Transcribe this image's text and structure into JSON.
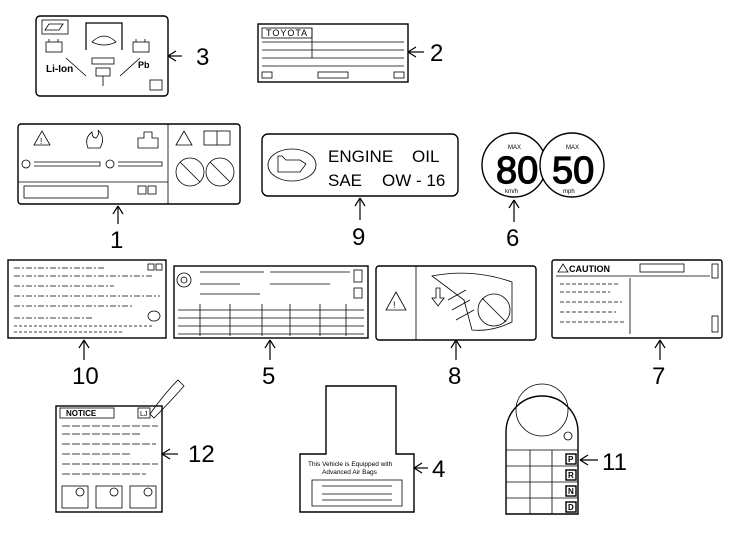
{
  "parts": [
    {
      "id": "part-1",
      "callout": "1"
    },
    {
      "id": "part-2",
      "callout": "2",
      "brand": "TOYOTA"
    },
    {
      "id": "part-3",
      "callout": "3",
      "left_battery": "Li-Ion",
      "right_battery": "Pb"
    },
    {
      "id": "part-4",
      "callout": "4",
      "text_line1": "This Vehicle is Equipped with",
      "text_line2": "Advanced  Air  Bags"
    },
    {
      "id": "part-5",
      "callout": "5"
    },
    {
      "id": "part-6",
      "callout": "6",
      "left": {
        "max": "MAX",
        "value": "80",
        "unit": "km/h"
      },
      "right": {
        "max": "MAX",
        "value": "50",
        "unit": "mph"
      }
    },
    {
      "id": "part-7",
      "callout": "7",
      "heading": "CAUTION"
    },
    {
      "id": "part-8",
      "callout": "8"
    },
    {
      "id": "part-9",
      "callout": "9",
      "line1a": "ENGINE",
      "line1b": "OIL",
      "line2a": "SAE",
      "line2b": "OW - 16"
    },
    {
      "id": "part-10",
      "callout": "10"
    },
    {
      "id": "part-11",
      "callout": "11",
      "keys": [
        "P",
        "R",
        "N",
        "D"
      ]
    },
    {
      "id": "part-12",
      "callout": "12",
      "heading": "NOTICE",
      "tag": "LJ"
    }
  ]
}
